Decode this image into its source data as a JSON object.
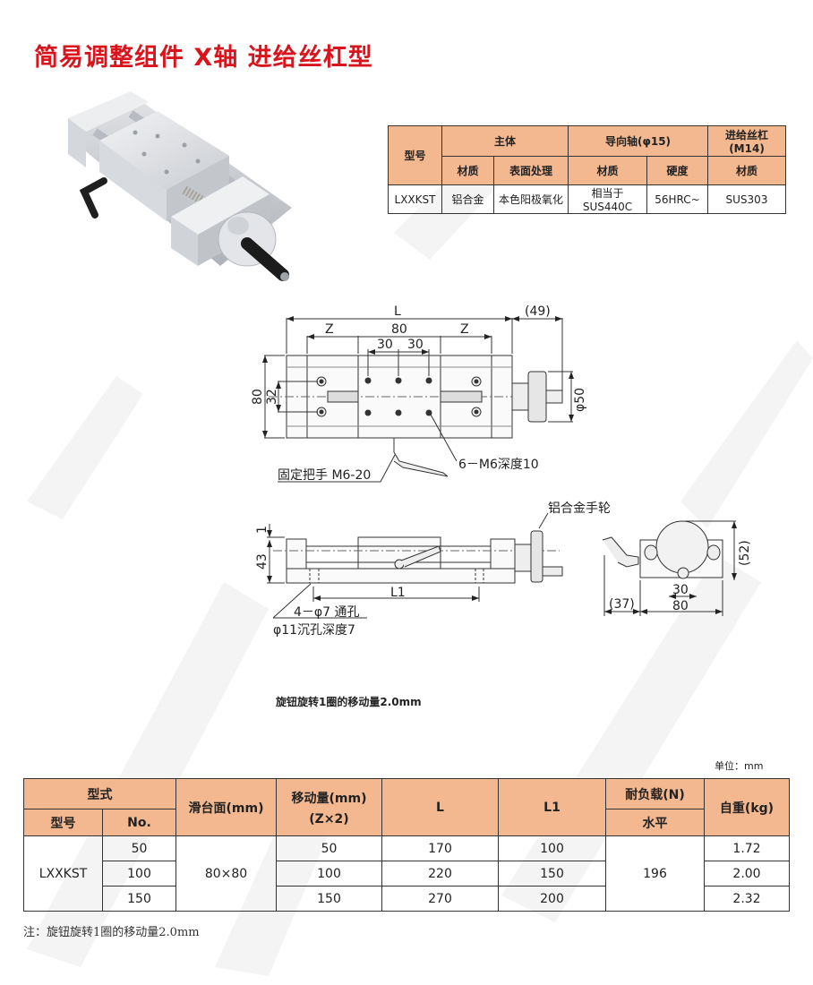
{
  "title": "简易调整组件 X轴 进给丝杠型",
  "spec_table": {
    "header_row1": {
      "model": "型号",
      "body": "主体",
      "guide_shaft": "导向轴(φ15)",
      "lead_screw": "进给丝杠(M14)"
    },
    "header_row2": {
      "body_material": "材质",
      "body_surface": "表面处理",
      "guide_material": "材质",
      "guide_hardness": "硬度",
      "screw_material": "材质"
    },
    "row": {
      "model": "LXXKST",
      "body_material": "铝合金",
      "body_surface": "本色阳极氧化",
      "guide_material": "相当于SUS440C",
      "guide_hardness": "56HRC~",
      "screw_material": "SUS303"
    }
  },
  "drawing": {
    "top_view": {
      "dim_L": "L",
      "dim_49": "(49)",
      "dim_Z_left": "Z",
      "dim_80": "80",
      "dim_Z_right": "Z",
      "dim_30a": "30",
      "dim_30b": "30",
      "dim_80_vert": "80",
      "dim_32": "32",
      "dim_phi50": "φ50",
      "label_holes": "6－M6深度10",
      "label_clamp": "固定把手 M6-20"
    },
    "side_view": {
      "dim_1": "1",
      "dim_43": "43",
      "dim_L1": "L1",
      "label_handwheel": "铝合金手轮",
      "label_through_hole": "4－φ7 通孔",
      "label_counterbore": "φ11沉孔深度7"
    },
    "end_view": {
      "dim_52": "(52)",
      "dim_30": "30",
      "dim_37": "(37)",
      "dim_80": "80"
    }
  },
  "note_mid": "旋钮旋转1圈的移动量2.0mm",
  "unit_label": "单位：mm",
  "main_table": {
    "headers": {
      "type": "型式",
      "model": "型号",
      "no": "No.",
      "slide_face": "滑台面(mm)",
      "travel": "移动量(mm)",
      "travel_sub": "(Z×2)",
      "L": "L",
      "L1": "L1",
      "load": "耐负载(N)",
      "load_sub": "水平",
      "weight": "自重(kg)"
    },
    "model": "LXXKST",
    "slide_face": "80×80",
    "load": "196",
    "rows": [
      {
        "no": "50",
        "travel": "50",
        "L": "170",
        "L1": "100",
        "weight": "1.72"
      },
      {
        "no": "100",
        "travel": "100",
        "L": "220",
        "L1": "150",
        "weight": "2.00"
      },
      {
        "no": "150",
        "travel": "150",
        "L": "270",
        "L1": "200",
        "weight": "2.32"
      }
    ]
  },
  "footnote": "注：旋钮旋转1圈的移动量2.0mm",
  "colors": {
    "title_red": "#d9141c",
    "header_orange": "#f3b88f"
  }
}
